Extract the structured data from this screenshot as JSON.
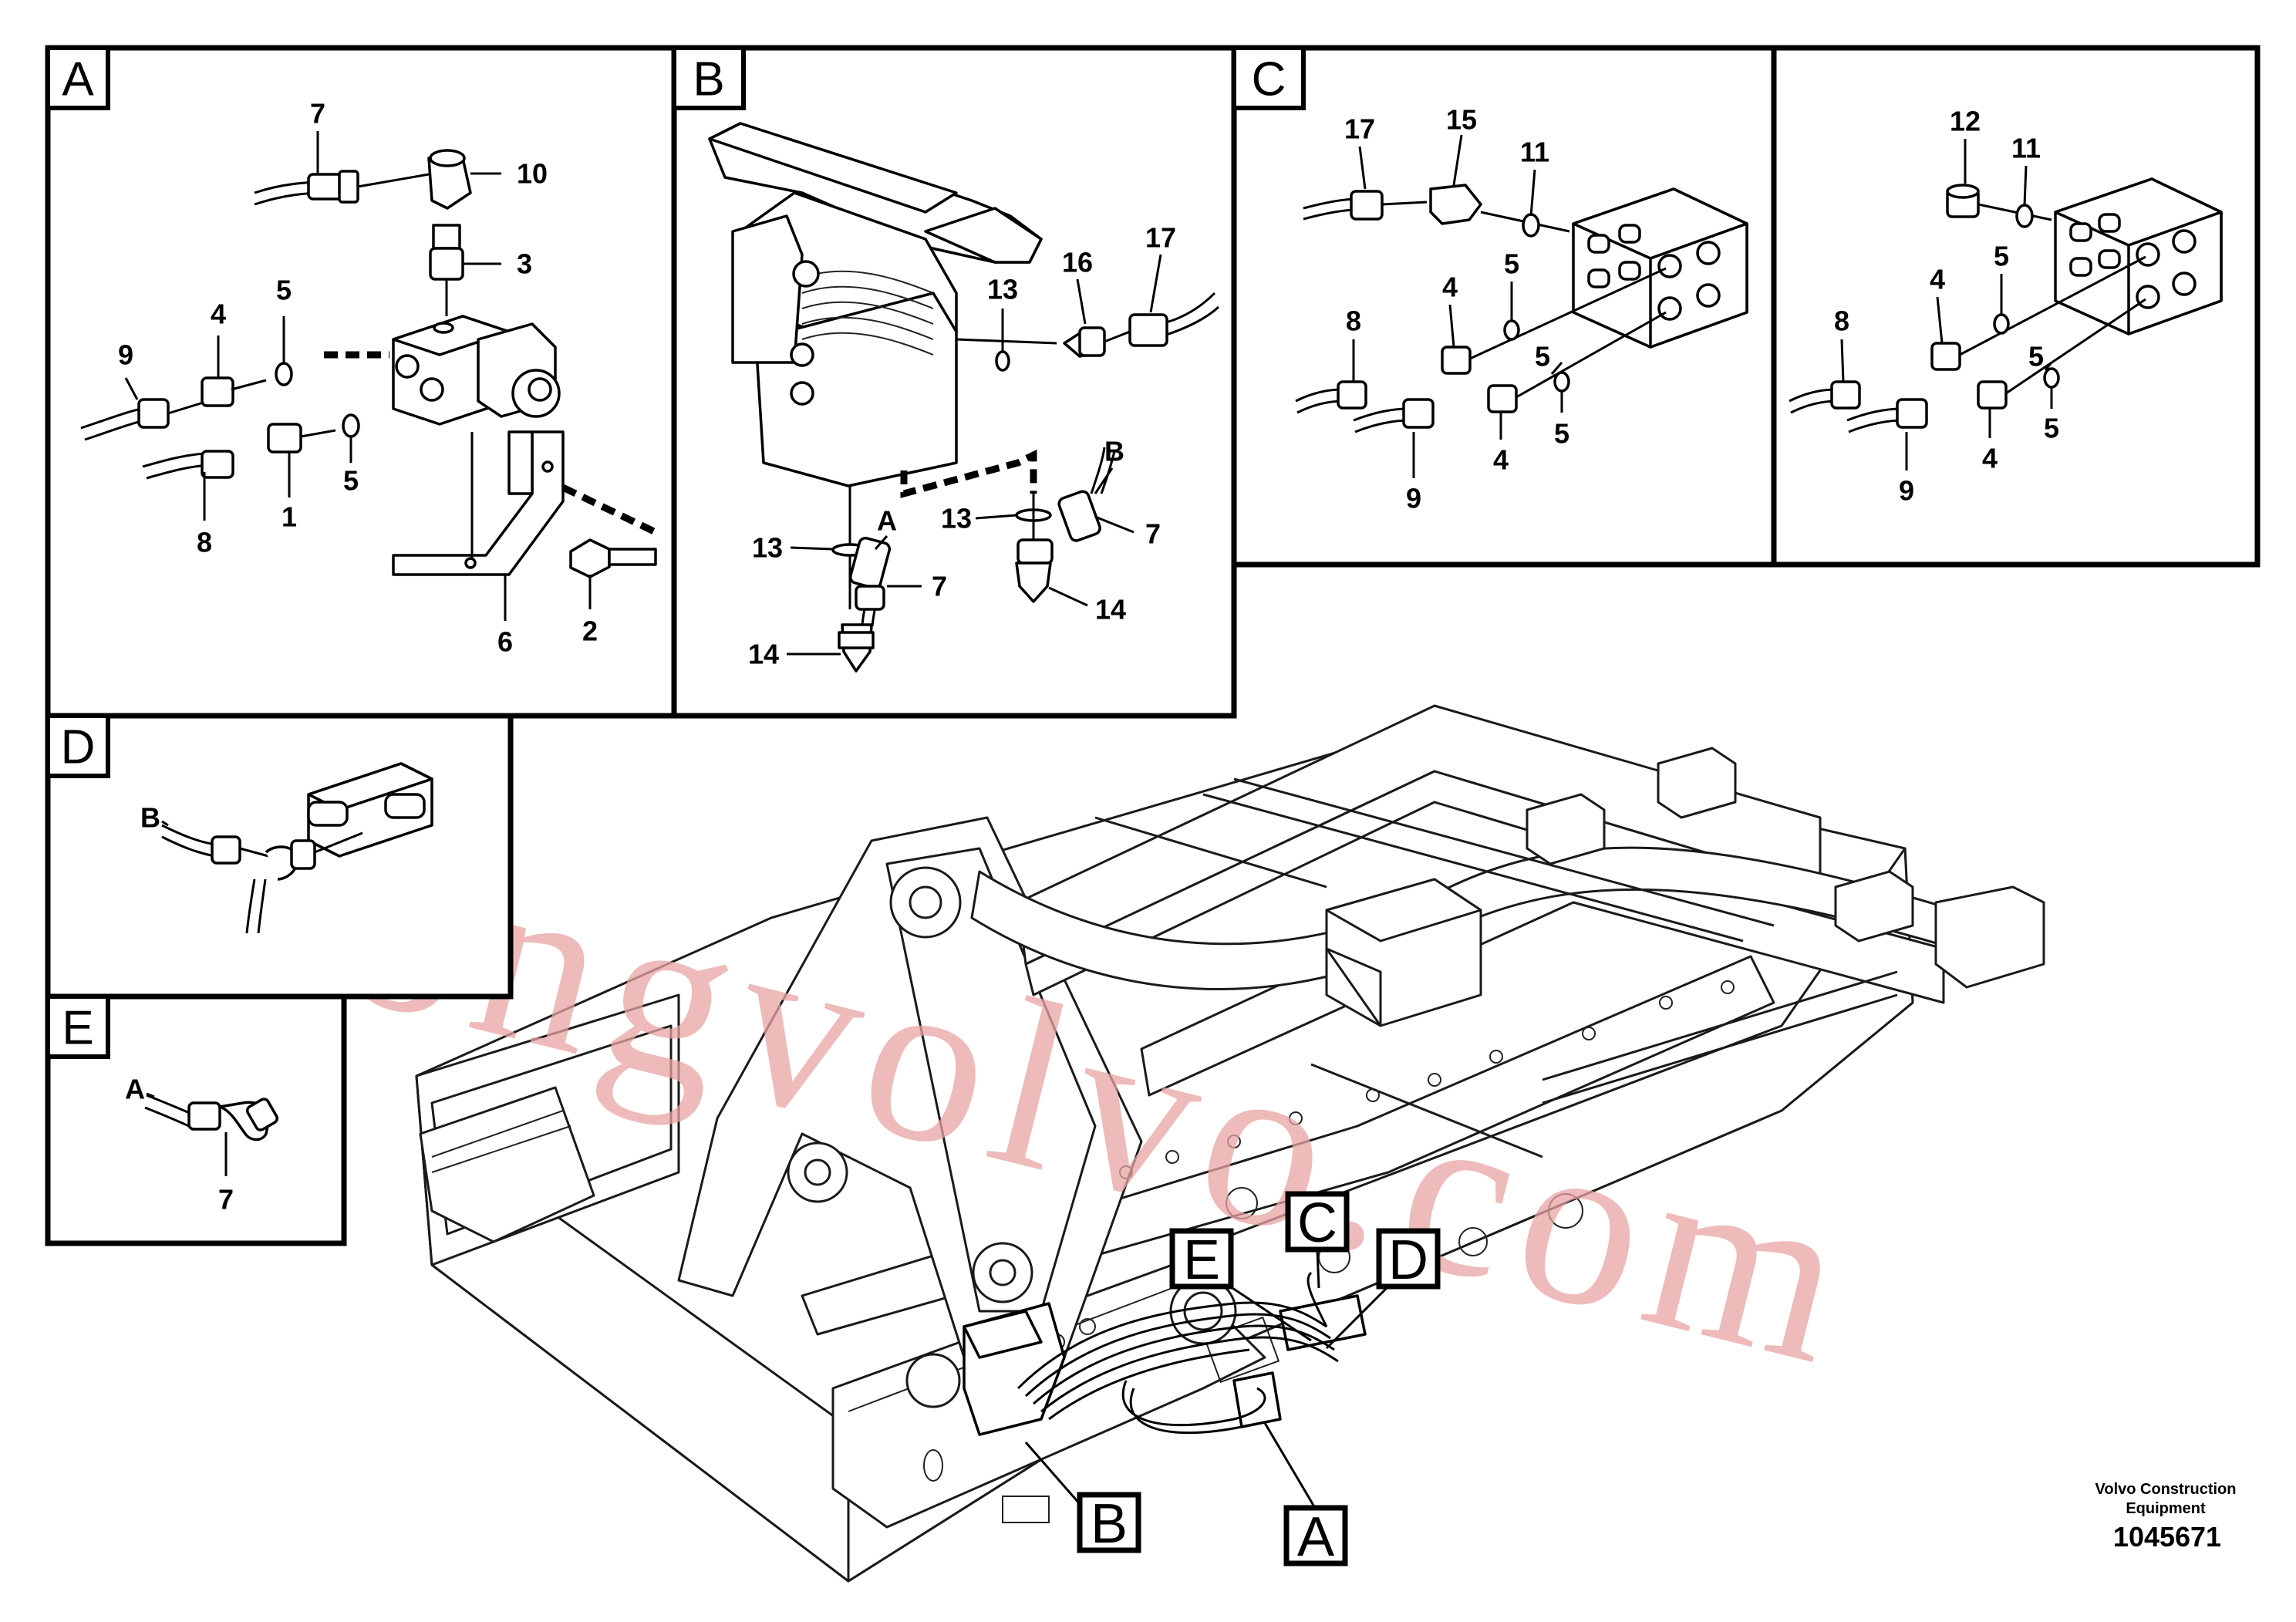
{
  "panels": {
    "a": {
      "tag": "A",
      "labels": [
        "7",
        "10",
        "3",
        "5",
        "4",
        "9",
        "1",
        "5",
        "8",
        "6",
        "2"
      ]
    },
    "b": {
      "tag": "B",
      "labels": [
        "13",
        "16",
        "17",
        "B",
        "13",
        "A",
        "13",
        "7",
        "7",
        "14",
        "14"
      ]
    },
    "c": {
      "tag": "C",
      "labels": [
        "17",
        "15",
        "11",
        "4",
        "5",
        "8",
        "5",
        "9",
        "4",
        "5"
      ]
    },
    "c2": {
      "labels": [
        "12",
        "11",
        "4",
        "5",
        "8",
        "5",
        "9",
        "4",
        "5"
      ]
    },
    "d": {
      "tag": "D",
      "labels": [
        "B"
      ]
    },
    "e": {
      "tag": "E",
      "labels": [
        "A",
        "7"
      ]
    }
  },
  "main_tags": [
    "C",
    "E",
    "D",
    "B",
    "A"
  ],
  "watermark": "strongvolvo.com",
  "footer": {
    "line1": "Volvo Construction",
    "line2": "Equipment",
    "number": "1045671"
  },
  "colors": {
    "watermark": "#e8a3a3",
    "ink": "#000000"
  }
}
